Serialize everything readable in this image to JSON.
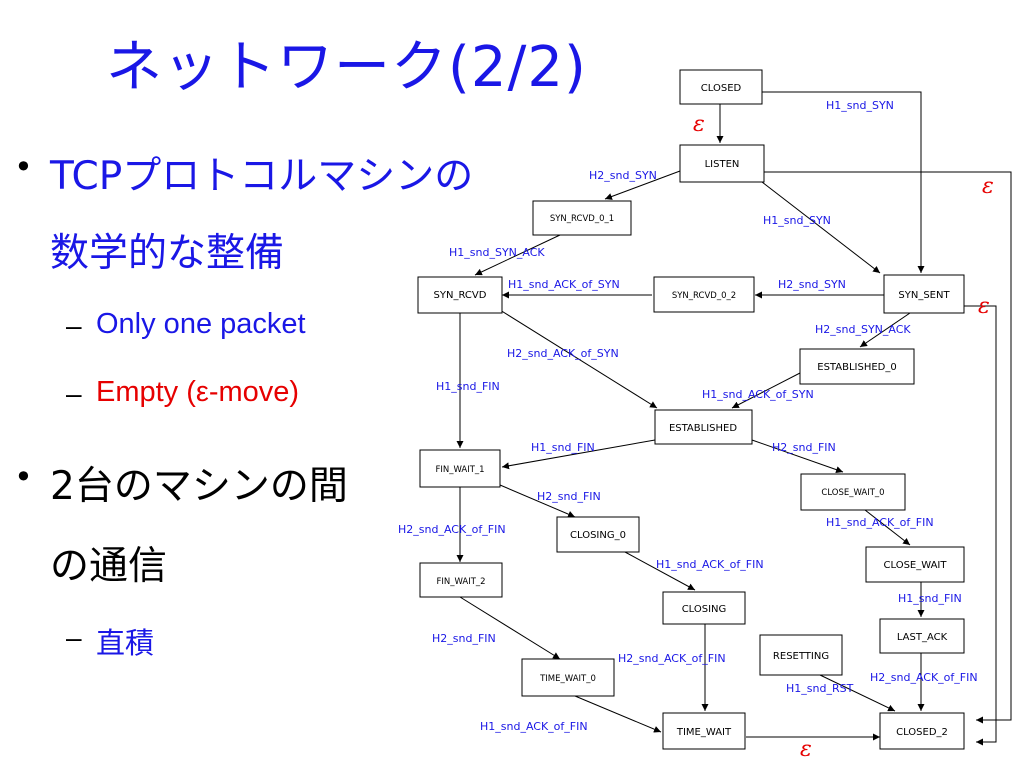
{
  "slide": {
    "title": "ネットワーク(2/2)",
    "bullets": [
      {
        "line1": "TCPプロトコルマシンの",
        "line2": "数学的な整備",
        "sub": [
          {
            "text": "Only one packet",
            "color": "#1a17e6"
          },
          {
            "text": "Empty (ε-move)",
            "color": "#e60000"
          }
        ]
      },
      {
        "line1": "2台のマシンの間",
        "line2": "の通信",
        "sub": [
          {
            "text": "直積",
            "color": "#1a17e6"
          }
        ]
      }
    ]
  },
  "diagram": {
    "states": {
      "closed": "CLOSED",
      "listen": "LISTEN",
      "syn_rcvd_0_1": "SYN_RCVD_0_1",
      "syn_rcvd": "SYN_RCVD",
      "syn_rcvd_0_2": "SYN_RCVD_0_2",
      "syn_sent": "SYN_SENT",
      "established_0": "ESTABLISHED_0",
      "established": "ESTABLISHED",
      "fin_wait_1": "FIN_WAIT_1",
      "close_wait_0": "CLOSE_WAIT_0",
      "closing_0": "CLOSING_0",
      "close_wait": "CLOSE_WAIT",
      "fin_wait_2": "FIN_WAIT_2",
      "closing": "CLOSING",
      "last_ack": "LAST_ACK",
      "resetting": "RESETTING",
      "time_wait_0": "TIME_WAIT_0",
      "time_wait": "TIME_WAIT",
      "closed_2": "CLOSED_2"
    },
    "edge_labels": {
      "closed_syn_sent": "H1_snd_SYN",
      "listen_syn_rcvd_0_1": "H2_snd_SYN",
      "listen_syn_sent": "H1_snd_SYN",
      "syn_rcvd_0_1_syn_rcvd": "H1_snd_SYN_ACK",
      "syn_rcvd_0_2_syn_rcvd": "H1_snd_ACK_of_SYN",
      "syn_sent_syn_rcvd_0_2": "H2_snd_SYN",
      "syn_sent_established_0": "H2_snd_SYN_ACK",
      "syn_rcvd_established": "H2_snd_ACK_of_SYN",
      "syn_rcvd_fin_wait_1": "H1_snd_FIN",
      "established_0_established": "H1_snd_ACK_of_SYN",
      "established_fin_wait_1": "H1_snd_FIN",
      "established_close_wait_0": "H2_snd_FIN",
      "fin_wait_1_closing_0": "H2_snd_FIN",
      "fin_wait_1_fin_wait_2": "H2_snd_ACK_of_FIN",
      "close_wait_0_close_wait": "H1_snd_ACK_of_FIN",
      "closing_0_closing": "H1_snd_ACK_of_FIN",
      "close_wait_last_ack": "H1_snd_FIN",
      "fin_wait_2_time_wait_0": "H2_snd_FIN",
      "closing_time_wait": "H2_snd_ACK_of_FIN",
      "last_ack_closed_2": "H2_snd_ACK_of_FIN",
      "resetting_closed_2": "H1_snd_RST",
      "time_wait_0_time_wait": "H1_snd_ACK_of_FIN"
    },
    "epsilon": "ε",
    "colors": {
      "label": "#1a17e6",
      "epsilon": "#e60000",
      "title": "#1a17e6"
    }
  }
}
